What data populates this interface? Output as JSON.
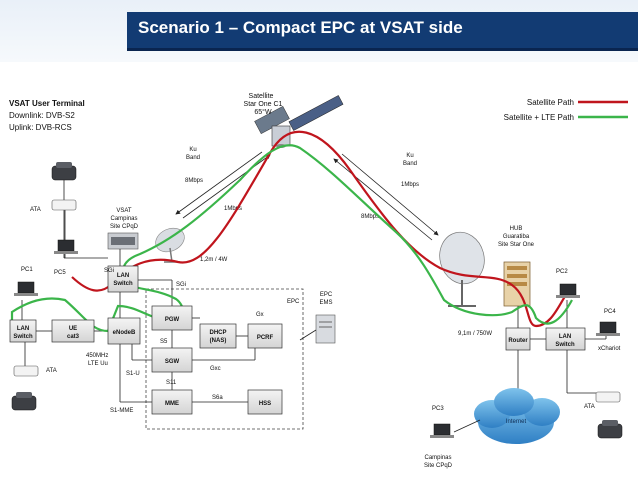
{
  "title": "Scenario 1 – Compact EPC at VSAT side",
  "info": {
    "heading": "VSAT User Terminal",
    "downlink": "Downlink: DVB-S2",
    "uplink": "Uplink: DVB-RCS"
  },
  "legend": [
    {
      "label": "Satellite Path",
      "color": "#c0151d"
    },
    {
      "label": "Satellite + LTE Path",
      "color": "#3bb54a"
    }
  ],
  "labels": {
    "satellite": [
      "Satellite",
      "Star One C1",
      "65°W"
    ],
    "ku_left": [
      "Ku",
      "Band"
    ],
    "ku_right": [
      "Ku",
      "Band"
    ],
    "rate_8mbps_left": "8Mbps",
    "rate_1mbps_left": "1Mbps",
    "rate_8mbps_right": "8Mbps",
    "rate_1mbps_right": "1Mbps",
    "vsat_site": [
      "VSAT",
      "Campinas",
      "Site CPqD"
    ],
    "dish_small": "1,2m / 4W",
    "hub_site": [
      "HUB",
      "Guaratiba",
      "Site Star One"
    ],
    "dish_large": "9,1m / 750W",
    "ata_top": "ATA",
    "pc1": "PC1",
    "pc5": "PC5",
    "sgi_1": "SGi",
    "sgi_2": "SGi",
    "epc": "EPC",
    "epc_ems": [
      "EPC",
      "EMS"
    ],
    "gx": "Gx",
    "s5": "S5",
    "gxc": "Gxc",
    "s1u": "S1-U",
    "s11": "S11",
    "s6a": "S6a",
    "s1mme": "S1-MME",
    "lte_uu": [
      "450MHz",
      "LTE Uu"
    ],
    "ata_left": "ATA",
    "pc2": "PC2",
    "pc4": "PC4",
    "xchariot": "xChariot",
    "ata_right": "ATA",
    "pc3": "PC3",
    "campinas_bottom": [
      "Campinas",
      "Site CPqD"
    ],
    "internet": "Internet"
  },
  "boxes": {
    "lan_switch_left": [
      "LAN",
      "Switch"
    ],
    "ue_cat3": [
      "UE",
      "cat3"
    ],
    "enodeb": "eNodeB",
    "lan_switch_top": [
      "LAN",
      "Switch"
    ],
    "pgw": "PGW",
    "sgw": "SGW",
    "dhcp": [
      "DHCP",
      "(NAS)"
    ],
    "pcrf": "PCRF",
    "mme": "MME",
    "hss": "HSS",
    "router": "Router",
    "lan_switch_right": [
      "LAN",
      "Switch"
    ]
  }
}
